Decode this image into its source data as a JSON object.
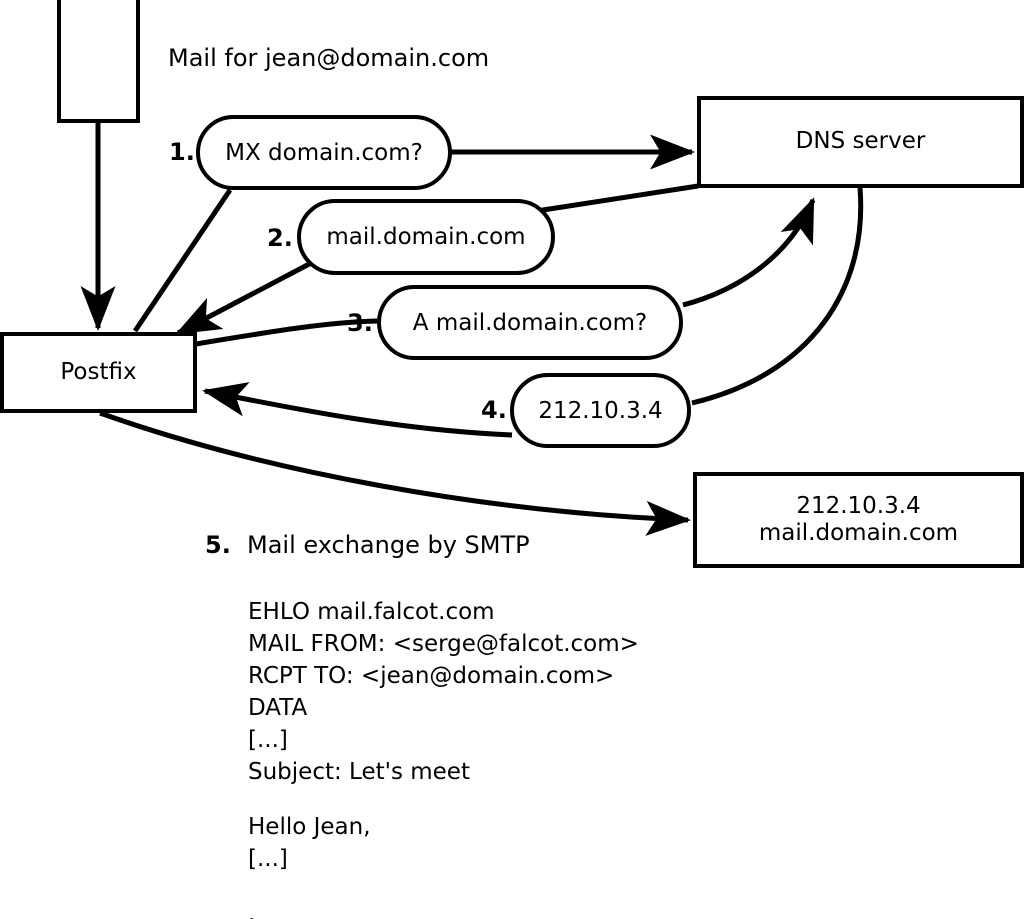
{
  "diagram": {
    "title_label": "Mail for jean@domain.com",
    "nodes": {
      "sender_box": "",
      "postfix": "Postfix",
      "dns_server": "DNS server",
      "target_server_line1": "212.10.3.4",
      "target_server_line2": "mail.domain.com"
    },
    "steps": [
      {
        "num": "1.",
        "label": "MX domain.com?"
      },
      {
        "num": "2.",
        "label": "mail.domain.com"
      },
      {
        "num": "3.",
        "label": "A mail.domain.com?"
      },
      {
        "num": "4.",
        "label": "212.10.3.4"
      },
      {
        "num": "5.",
        "label": "Mail exchange by SMTP"
      }
    ],
    "smtp_transcript": [
      "EHLO mail.falcot.com",
      "MAIL FROM: <serge@falcot.com>",
      "RCPT TO: <jean@domain.com>",
      "DATA",
      "[...]",
      "Subject: Let's meet",
      "",
      "Hello Jean,",
      "[...]",
      "",
      "."
    ],
    "colors": {
      "stroke": "#000000",
      "background": "#ffffff",
      "text": "#000000"
    }
  }
}
